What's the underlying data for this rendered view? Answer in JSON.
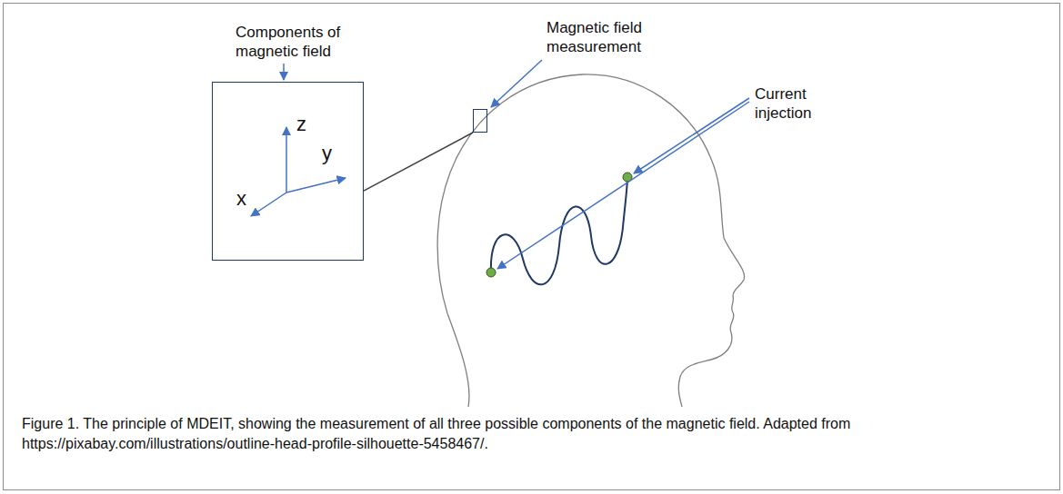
{
  "diagram": {
    "caption": "Figure 1. The principle of MDEIT, showing the measurement of all three possible components of the magnetic field. Adapted from https://pixabay.com/illustrations/outline-head-profile-silhouette-5458467/.",
    "nodes": [
      {
        "text": [
          "Components of magnetic field",
          "z",
          "x",
          "y"
        ]
      },
      {
        "text": [
          "Magnetic field measurement"
        ]
      }
    ],
    "edges": [
      {
        "from": 0,
        "to": 1,
        "arrow": "none"
      }
    ],
    "labels": [
      "Current injection"
    ]
  }
}
